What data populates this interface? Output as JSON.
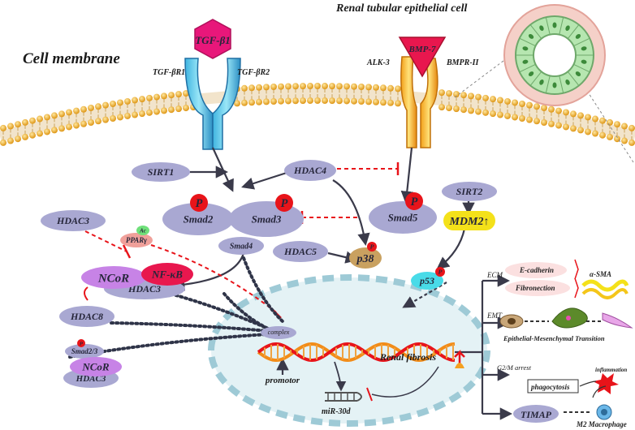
{
  "title": "Renal tubular epithelial cell",
  "membrane_label": "Cell membrane",
  "receptors": {
    "tgf_ligand": "TGF-β1",
    "tgf_r1": "TGF-βR1",
    "tgf_r2": "TGF-βR2",
    "bmp_ligand": "BMP-7",
    "alk3": "ALK-3",
    "bmpr2": "BMPR-II"
  },
  "nodes": {
    "sirt1": "SIRT1",
    "hdac4": "HDAC4",
    "sirt2": "SIRT2",
    "hdac3_top": "HDAC3",
    "smad2": "Smad2",
    "smad3": "Smad3",
    "smad4": "Smad4",
    "smad5": "Smad5",
    "mdm2": "MDM2↑",
    "hdac5": "HDAC5",
    "p38": "p38",
    "p53": "p53",
    "ppar": "PPARγ",
    "ac": "Ac",
    "ncor": "NCoR",
    "nfkb": "NF-κB",
    "hdac3_mid": "HDAC3",
    "hdac8": "HDAC8",
    "smad23": "Smad2/3",
    "ncor_bottom": "NCoR",
    "hdac3_bottom": "HDAC3",
    "phospho": "P"
  },
  "nucleus": {
    "complex": "complex",
    "promotor": "promotor",
    "renal_fibrosis": "Renal fibrosis",
    "mir30d": "miR-30d"
  },
  "outcomes": {
    "ecm": "ECM",
    "ecadherin": "E-cadherin",
    "fibronection": "Fibronection",
    "asma": "α-SMA",
    "emt": "EMT",
    "emt_full": "Epithelial-Mesenchymal Transition",
    "g2m": "G2/M arrest",
    "inflammation": "inflammation",
    "phagocytosis": "phagocytosis",
    "timap": "TIMAP",
    "m2": "M2 Macrophage"
  },
  "colors": {
    "node_fill": "#a9a8d2",
    "phospho": "#e8141a",
    "nfkb": "#e8174e",
    "ncor": "#c783e6",
    "mdm2": "#f4e11a",
    "p53": "#49dbe8",
    "p38": "#c9a160",
    "tgf_receptor": "#49c9ea",
    "tgf_ligand": "#e8177a",
    "bmp_receptor": "#f7b62b",
    "bmp_ligand": "#e8174e",
    "nucleus": "#e4f2f5",
    "inhibit": "#e8141a",
    "arrow": "#3a3a4a"
  }
}
